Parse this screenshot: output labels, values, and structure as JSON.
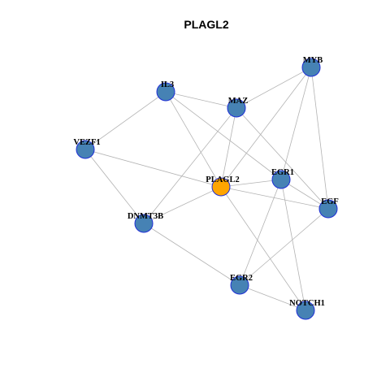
{
  "title": "PLAGL2",
  "colors": {
    "center_fill": "#FFA500",
    "node_fill": "#4682B4",
    "node_stroke": "#1F2FD6",
    "edge": "#B3B3B3"
  },
  "nodes": [
    {
      "id": "PLAGL2",
      "label": "PLAGL2",
      "center": true
    },
    {
      "id": "MYB",
      "label": "MYB"
    },
    {
      "id": "IL3",
      "label": "IL3"
    },
    {
      "id": "MAZ",
      "label": "MAZ"
    },
    {
      "id": "VEZF1",
      "label": "VEZF1"
    },
    {
      "id": "EGR1",
      "label": "EGR1"
    },
    {
      "id": "EGF",
      "label": "EGF"
    },
    {
      "id": "DNMT3B",
      "label": "DNMT3B"
    },
    {
      "id": "EGR2",
      "label": "EGR2"
    },
    {
      "id": "NOTCH1",
      "label": "NOTCH1"
    }
  ],
  "edges": [
    [
      "PLAGL2",
      "MYB"
    ],
    [
      "PLAGL2",
      "IL3"
    ],
    [
      "PLAGL2",
      "MAZ"
    ],
    [
      "PLAGL2",
      "VEZF1"
    ],
    [
      "PLAGL2",
      "EGR1"
    ],
    [
      "PLAGL2",
      "EGF"
    ],
    [
      "PLAGL2",
      "DNMT3B"
    ],
    [
      "PLAGL2",
      "NOTCH1"
    ],
    [
      "MYB",
      "MAZ"
    ],
    [
      "MYB",
      "EGR1"
    ],
    [
      "MYB",
      "EGF"
    ],
    [
      "IL3",
      "MAZ"
    ],
    [
      "IL3",
      "VEZF1"
    ],
    [
      "IL3",
      "EGR1"
    ],
    [
      "MAZ",
      "DNMT3B"
    ],
    [
      "MAZ",
      "EGF"
    ],
    [
      "VEZF1",
      "DNMT3B"
    ],
    [
      "EGR1",
      "EGR2"
    ],
    [
      "EGR1",
      "NOTCH1"
    ],
    [
      "EGR1",
      "EGF"
    ],
    [
      "EGF",
      "EGR2"
    ],
    [
      "DNMT3B",
      "EGR2"
    ],
    [
      "EGR2",
      "NOTCH1"
    ]
  ]
}
